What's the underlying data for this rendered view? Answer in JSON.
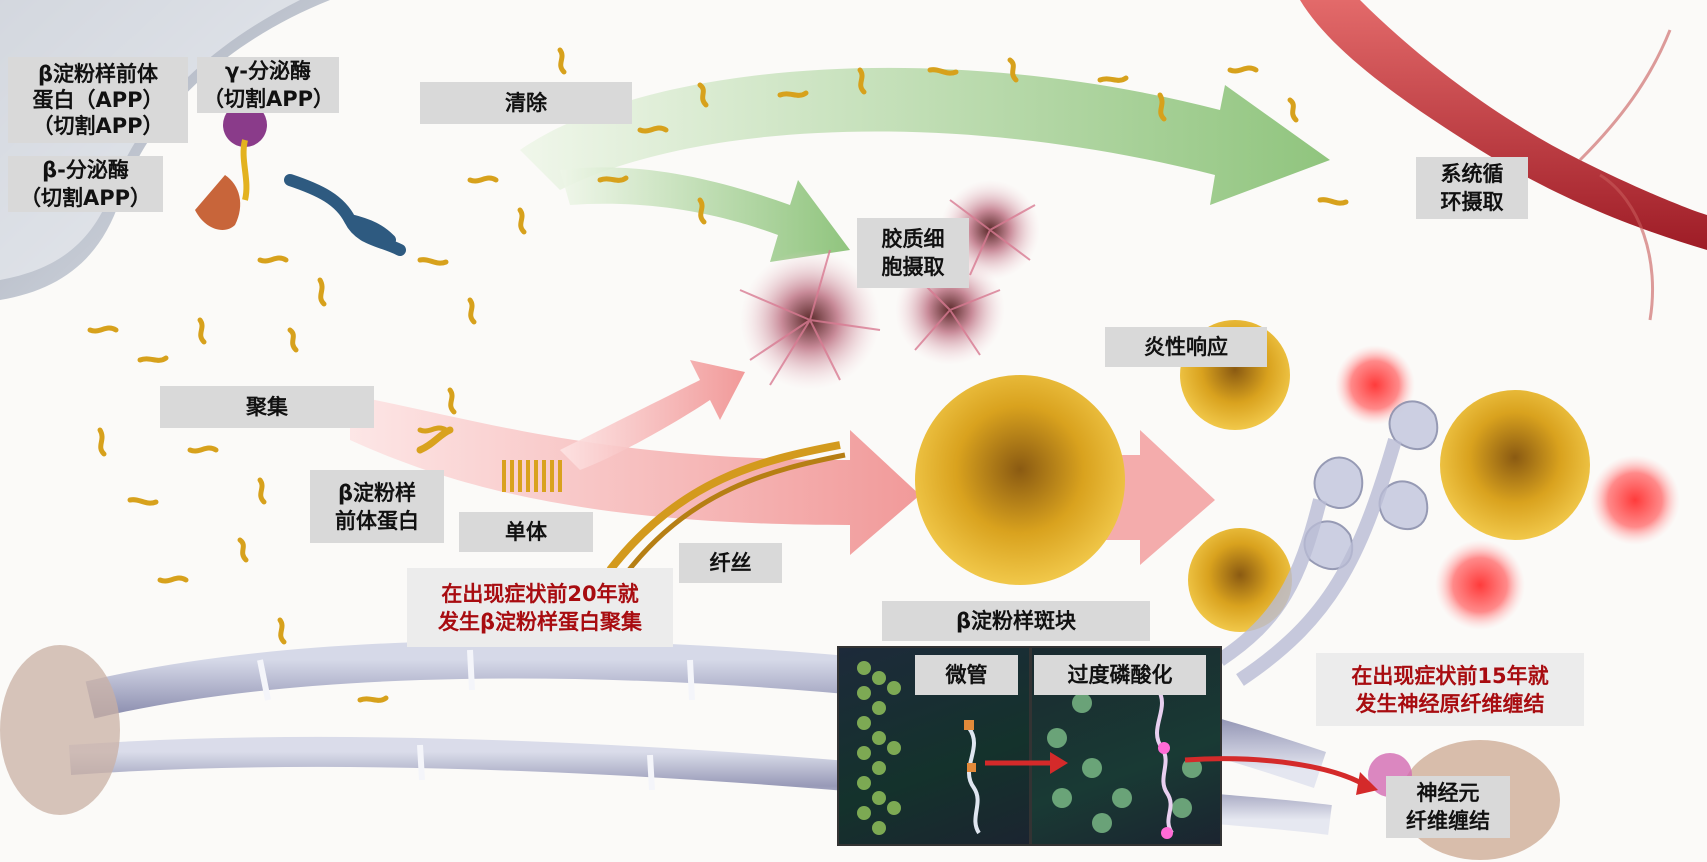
{
  "labels": {
    "app": "β淀粉样前体\n蛋白（APP）\n（切割APP）",
    "gamma": "γ-分泌酶\n（切割APP）",
    "beta": "β-分泌酶\n（切割APP）",
    "clearance": "清除",
    "glial": "胶质细\n胞摄取",
    "systemic": "系统循\n环摄取",
    "inflammation": "炎性响应",
    "aggregation": "聚集",
    "precursor": "β淀粉样\n前体蛋白",
    "monomer": "单体",
    "fibril": "纤丝",
    "plaque": "β淀粉样斑块",
    "microtubule": "微管",
    "hyperphos": "过度磷酸化",
    "tangle": "神经元\n纤维缠结"
  },
  "notes": {
    "amyloid_20y": "在出现症状前20年就\n发生β淀粉样蛋白聚集",
    "tangle_15y": "在出现症状前15年就\n发生神经原纤维缠结"
  },
  "colors": {
    "label_bg": "#d9d9d9",
    "note_text": "#a80c10",
    "green_arrow": "#8cc27a",
    "red_arrow": "#f2a0a0",
    "plaque": "#d9a21e",
    "vessel": "#b8242e"
  }
}
